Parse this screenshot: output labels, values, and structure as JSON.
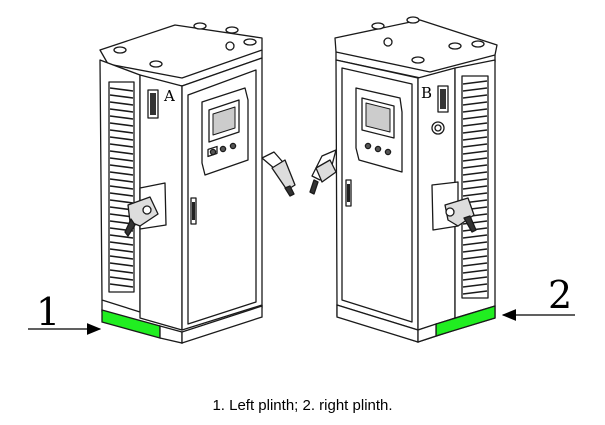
{
  "diagram": {
    "callouts": [
      {
        "number": "1",
        "target": "left plinth"
      },
      {
        "number": "2",
        "target": "right plinth"
      }
    ],
    "cabinet_labels": [
      "A",
      "B"
    ],
    "plinth_color": "#21ee21",
    "line_color": "#1a1a1a"
  },
  "caption": "1. Left plinth; 2. right plinth."
}
